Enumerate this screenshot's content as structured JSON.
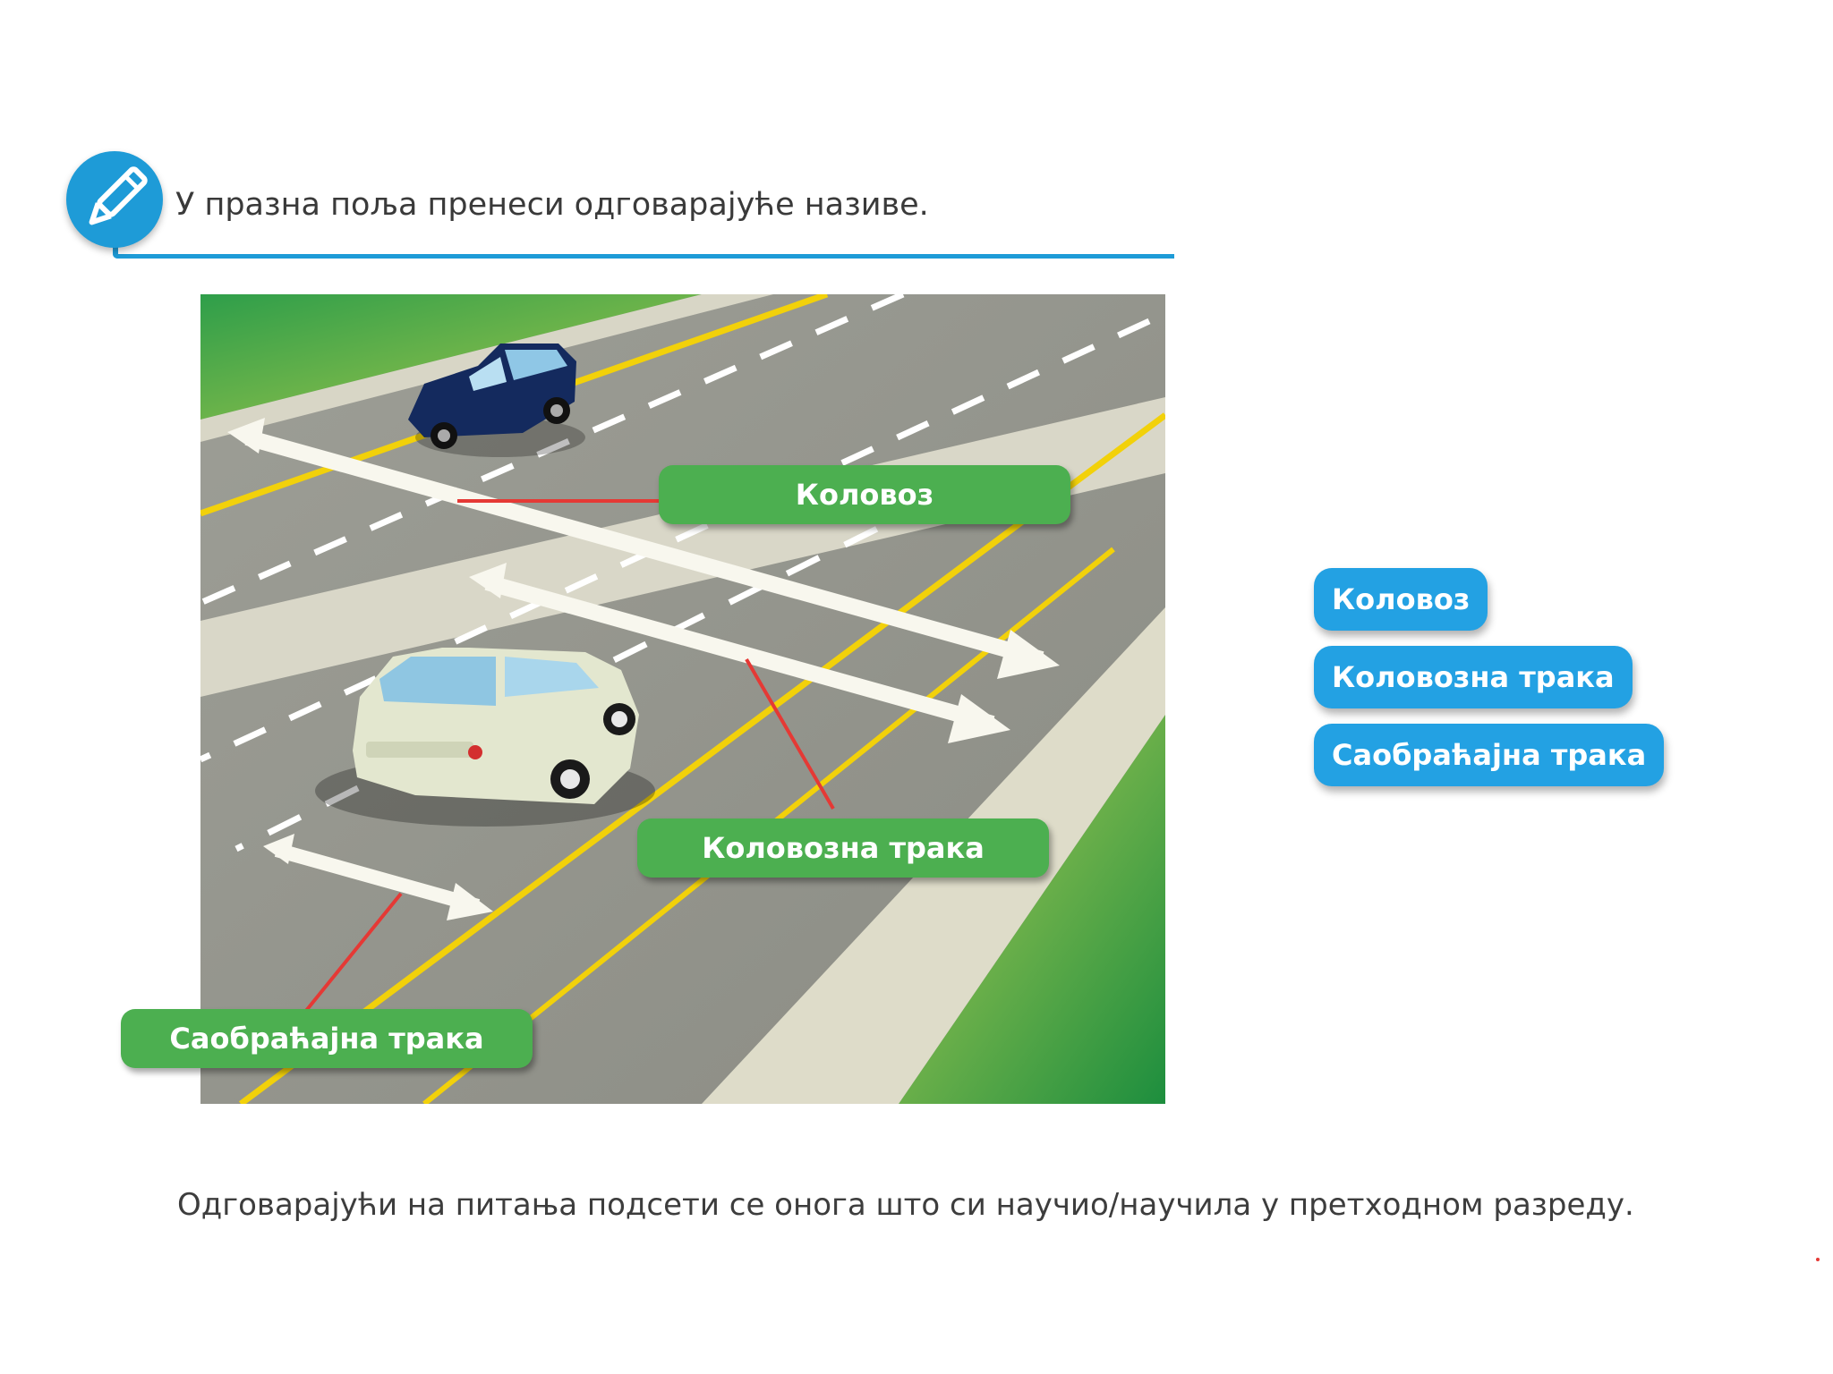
{
  "task": {
    "instruction": "У празна поља пренеси одговарајуће називе.",
    "icon": "pencil-icon",
    "accent_color": "#1e9bd7"
  },
  "figure": {
    "labels": {
      "roadway": "Коловоз",
      "carriageway_lane": "Коловозна трака",
      "traffic_lane": "Саобраћајна трака"
    },
    "label_color": "#4caf50",
    "pointer_color": "#e53935"
  },
  "answer_bank": {
    "chips": [
      "Коловоз",
      "Коловозна трака",
      "Саобраћајна трака"
    ],
    "chip_color": "#23a1e3"
  },
  "footer": {
    "text": "Одговарајући на питања подсети се онога што си научио/научила у претходном разреду."
  }
}
